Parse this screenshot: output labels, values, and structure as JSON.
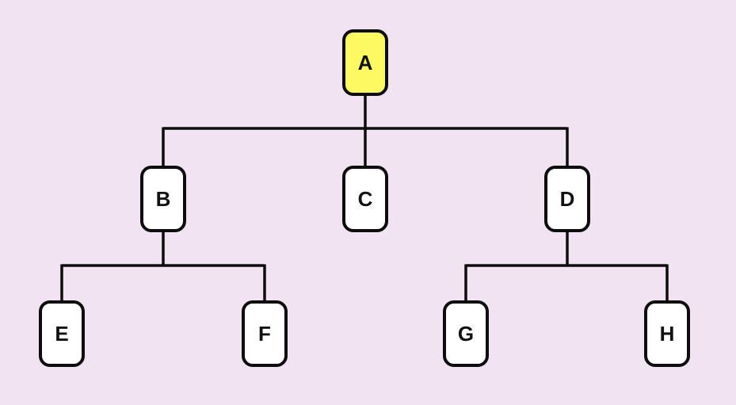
{
  "diagram": {
    "type": "tree",
    "colors": {
      "background": "#f2e3f3",
      "line": "#0d0d0d",
      "node_fill": "#ffffff",
      "highlight_fill": "#fbfa63",
      "label": "#111111"
    },
    "nodes": [
      {
        "id": "A",
        "label": "A",
        "highlighted": true
      },
      {
        "id": "B",
        "label": "B",
        "highlighted": false
      },
      {
        "id": "C",
        "label": "C",
        "highlighted": false
      },
      {
        "id": "D",
        "label": "D",
        "highlighted": false
      },
      {
        "id": "E",
        "label": "E",
        "highlighted": false
      },
      {
        "id": "F",
        "label": "F",
        "highlighted": false
      },
      {
        "id": "G",
        "label": "G",
        "highlighted": false
      },
      {
        "id": "H",
        "label": "H",
        "highlighted": false
      }
    ],
    "edges": [
      {
        "from": "A",
        "to": "B"
      },
      {
        "from": "A",
        "to": "C"
      },
      {
        "from": "A",
        "to": "D"
      },
      {
        "from": "B",
        "to": "E"
      },
      {
        "from": "B",
        "to": "F"
      },
      {
        "from": "D",
        "to": "G"
      },
      {
        "from": "D",
        "to": "H"
      }
    ]
  }
}
